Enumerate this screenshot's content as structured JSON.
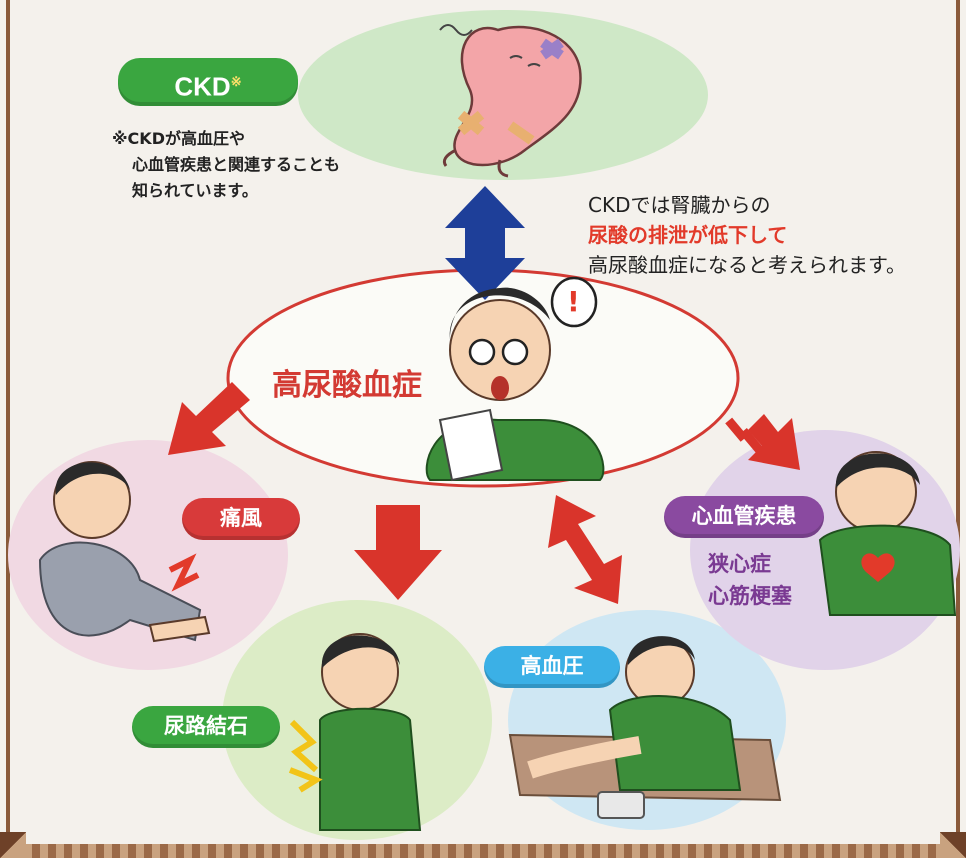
{
  "ckd": {
    "label": "CKD",
    "mark": "※",
    "note_lines": [
      "※CKDが高血圧や",
      "心血管疾患と関連することも",
      "知られています。"
    ]
  },
  "explanation": {
    "line1": "CKDでは腎臓からの",
    "line2": "尿酸の排泄が低下して",
    "line3": "高尿酸血症になると考えられます。"
  },
  "center": {
    "label": "高尿酸血症",
    "exclaim": "!"
  },
  "conditions": {
    "gout": "痛風",
    "stones": "尿路結石",
    "hypertension": "高血圧",
    "cardio": "心血管疾患",
    "cardio_sub1": "狭心症",
    "cardio_sub2": "心筋梗塞"
  },
  "colors": {
    "green_label": "#3aa640",
    "red_label": "#d83a3a",
    "blue_label": "#3bb0e6",
    "purple_label": "#8a4aa0",
    "arrow_red": "#d9342b",
    "arrow_blue": "#1e3f99",
    "highlight_red": "#e23a2a"
  },
  "icons": [
    "kidney-character-icon",
    "worried-man-icon",
    "gout-man-icon",
    "stone-man-icon",
    "bp-man-icon",
    "heart-man-icon"
  ]
}
